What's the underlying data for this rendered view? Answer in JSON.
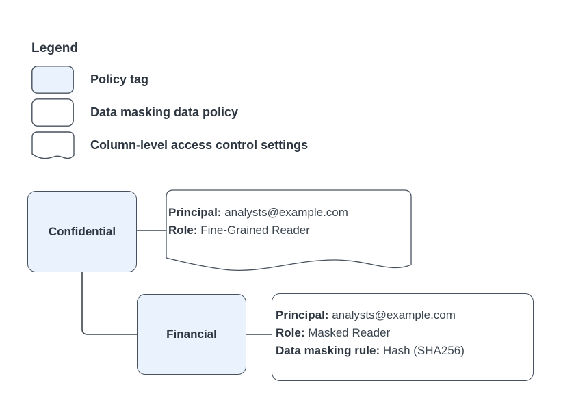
{
  "legend": {
    "title": "Legend",
    "items": [
      {
        "shape": "rounded-rect-filled",
        "label": "Policy tag"
      },
      {
        "shape": "rounded-rect-outline",
        "label": "Data masking data policy"
      },
      {
        "shape": "wavy-bottom-document",
        "label": "Column-level access control settings"
      }
    ]
  },
  "diagram": {
    "nodes": [
      {
        "id": "confidential",
        "label": "Confidential",
        "type": "policy-tag"
      },
      {
        "id": "financial",
        "label": "Financial",
        "type": "policy-tag"
      }
    ],
    "callouts": [
      {
        "id": "confidential-access",
        "shape": "wavy-bottom-document",
        "lines": [
          {
            "key": "Principal:",
            "value": "analysts@example.com"
          },
          {
            "key": "Role:",
            "value": "Fine-Grained Reader"
          }
        ]
      },
      {
        "id": "financial-masking",
        "shape": "rounded-rect-outline",
        "lines": [
          {
            "key": "Principal:",
            "value": "analysts@example.com"
          },
          {
            "key": "Role:",
            "value": "Masked Reader"
          },
          {
            "key": "Data masking rule:",
            "value": "Hash (SHA256)"
          }
        ]
      }
    ],
    "edges": [
      {
        "from": "confidential",
        "to": "confidential-access"
      },
      {
        "from": "confidential",
        "to": "financial"
      },
      {
        "from": "financial",
        "to": "financial-masking"
      }
    ]
  },
  "colors": {
    "policy_tag_fill": "#eaf2fd",
    "stroke": "#47525e",
    "text": "#2d3640",
    "value_text": "#3b454f",
    "background": "#ffffff"
  }
}
